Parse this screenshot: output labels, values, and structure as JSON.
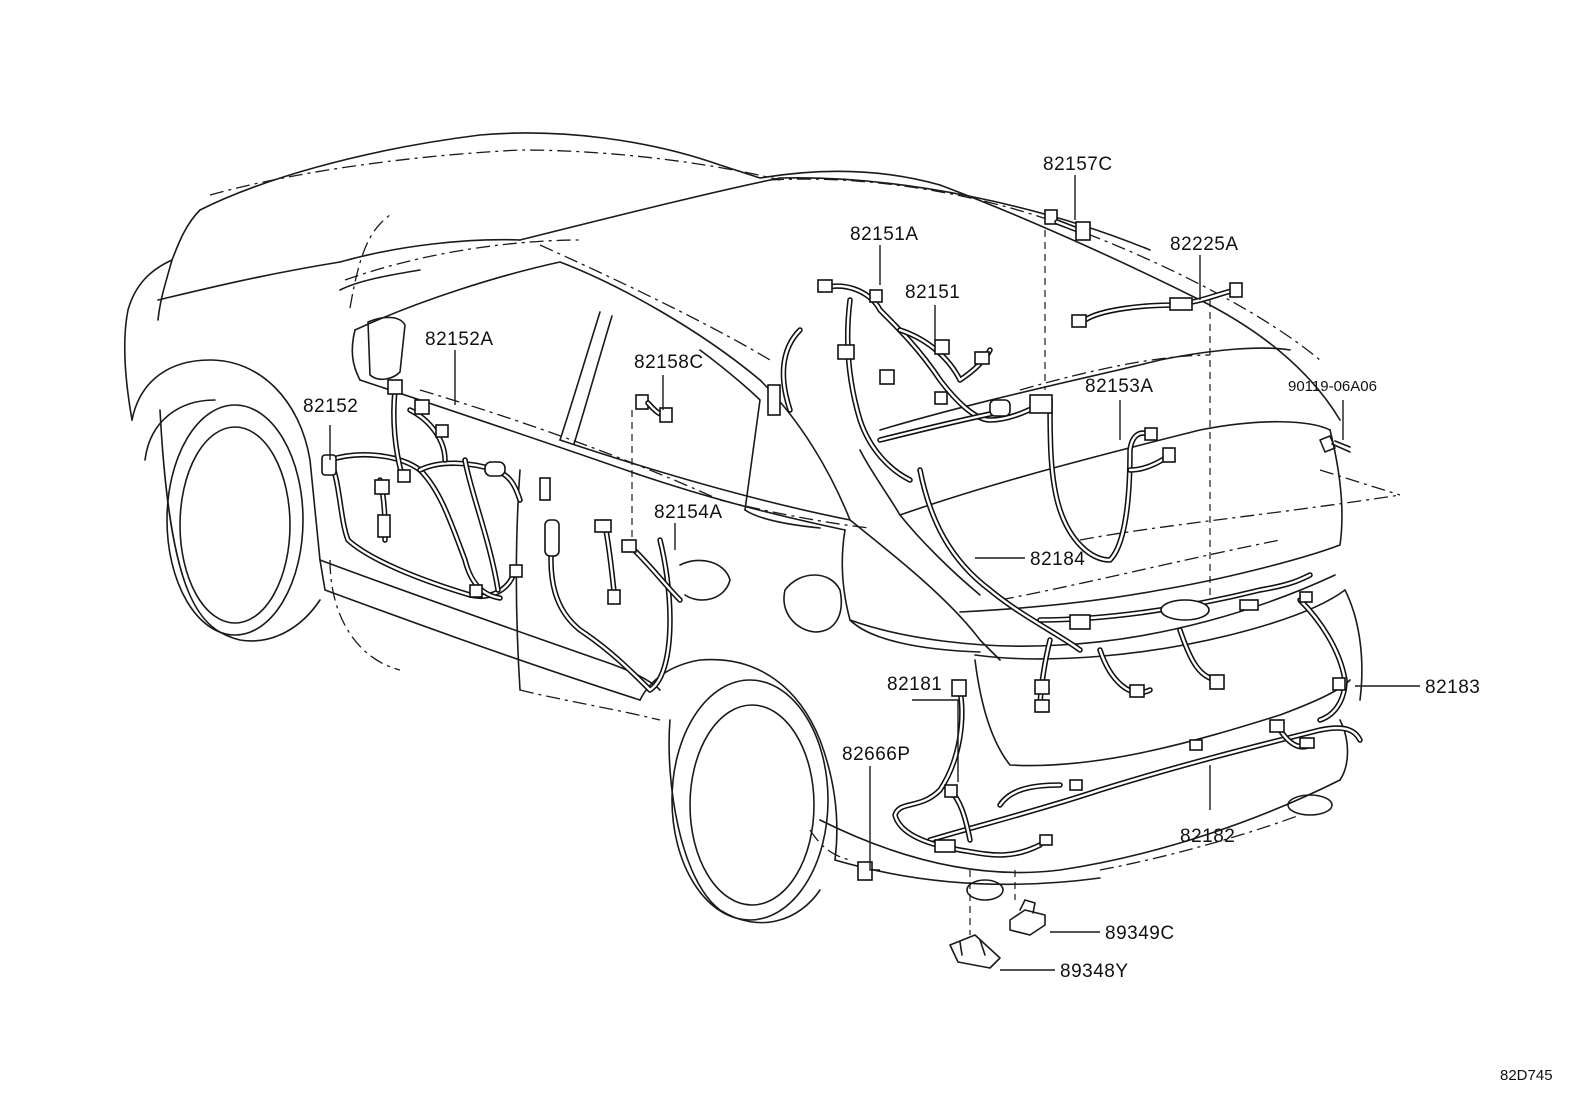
{
  "diagram": {
    "labels": [
      {
        "id": "p82157C",
        "text": "82157C"
      },
      {
        "id": "p82151A",
        "text": "82151A"
      },
      {
        "id": "p82225A",
        "text": "82225A"
      },
      {
        "id": "p82151",
        "text": "82151"
      },
      {
        "id": "p82152A",
        "text": "82152A"
      },
      {
        "id": "p82152",
        "text": "82152"
      },
      {
        "id": "p82158C",
        "text": "82158C"
      },
      {
        "id": "p82153A",
        "text": "82153A"
      },
      {
        "id": "p90119",
        "text": "90119-06A06"
      },
      {
        "id": "p82154A",
        "text": "82154A"
      },
      {
        "id": "p82184",
        "text": "82184"
      },
      {
        "id": "p82181",
        "text": "82181"
      },
      {
        "id": "p82183",
        "text": "82183"
      },
      {
        "id": "p82666P",
        "text": "82666P"
      },
      {
        "id": "p82182",
        "text": "82182"
      },
      {
        "id": "p89349C",
        "text": "89349C"
      },
      {
        "id": "p89348Y",
        "text": "89348Y"
      }
    ],
    "drawing_code": "82D745"
  }
}
